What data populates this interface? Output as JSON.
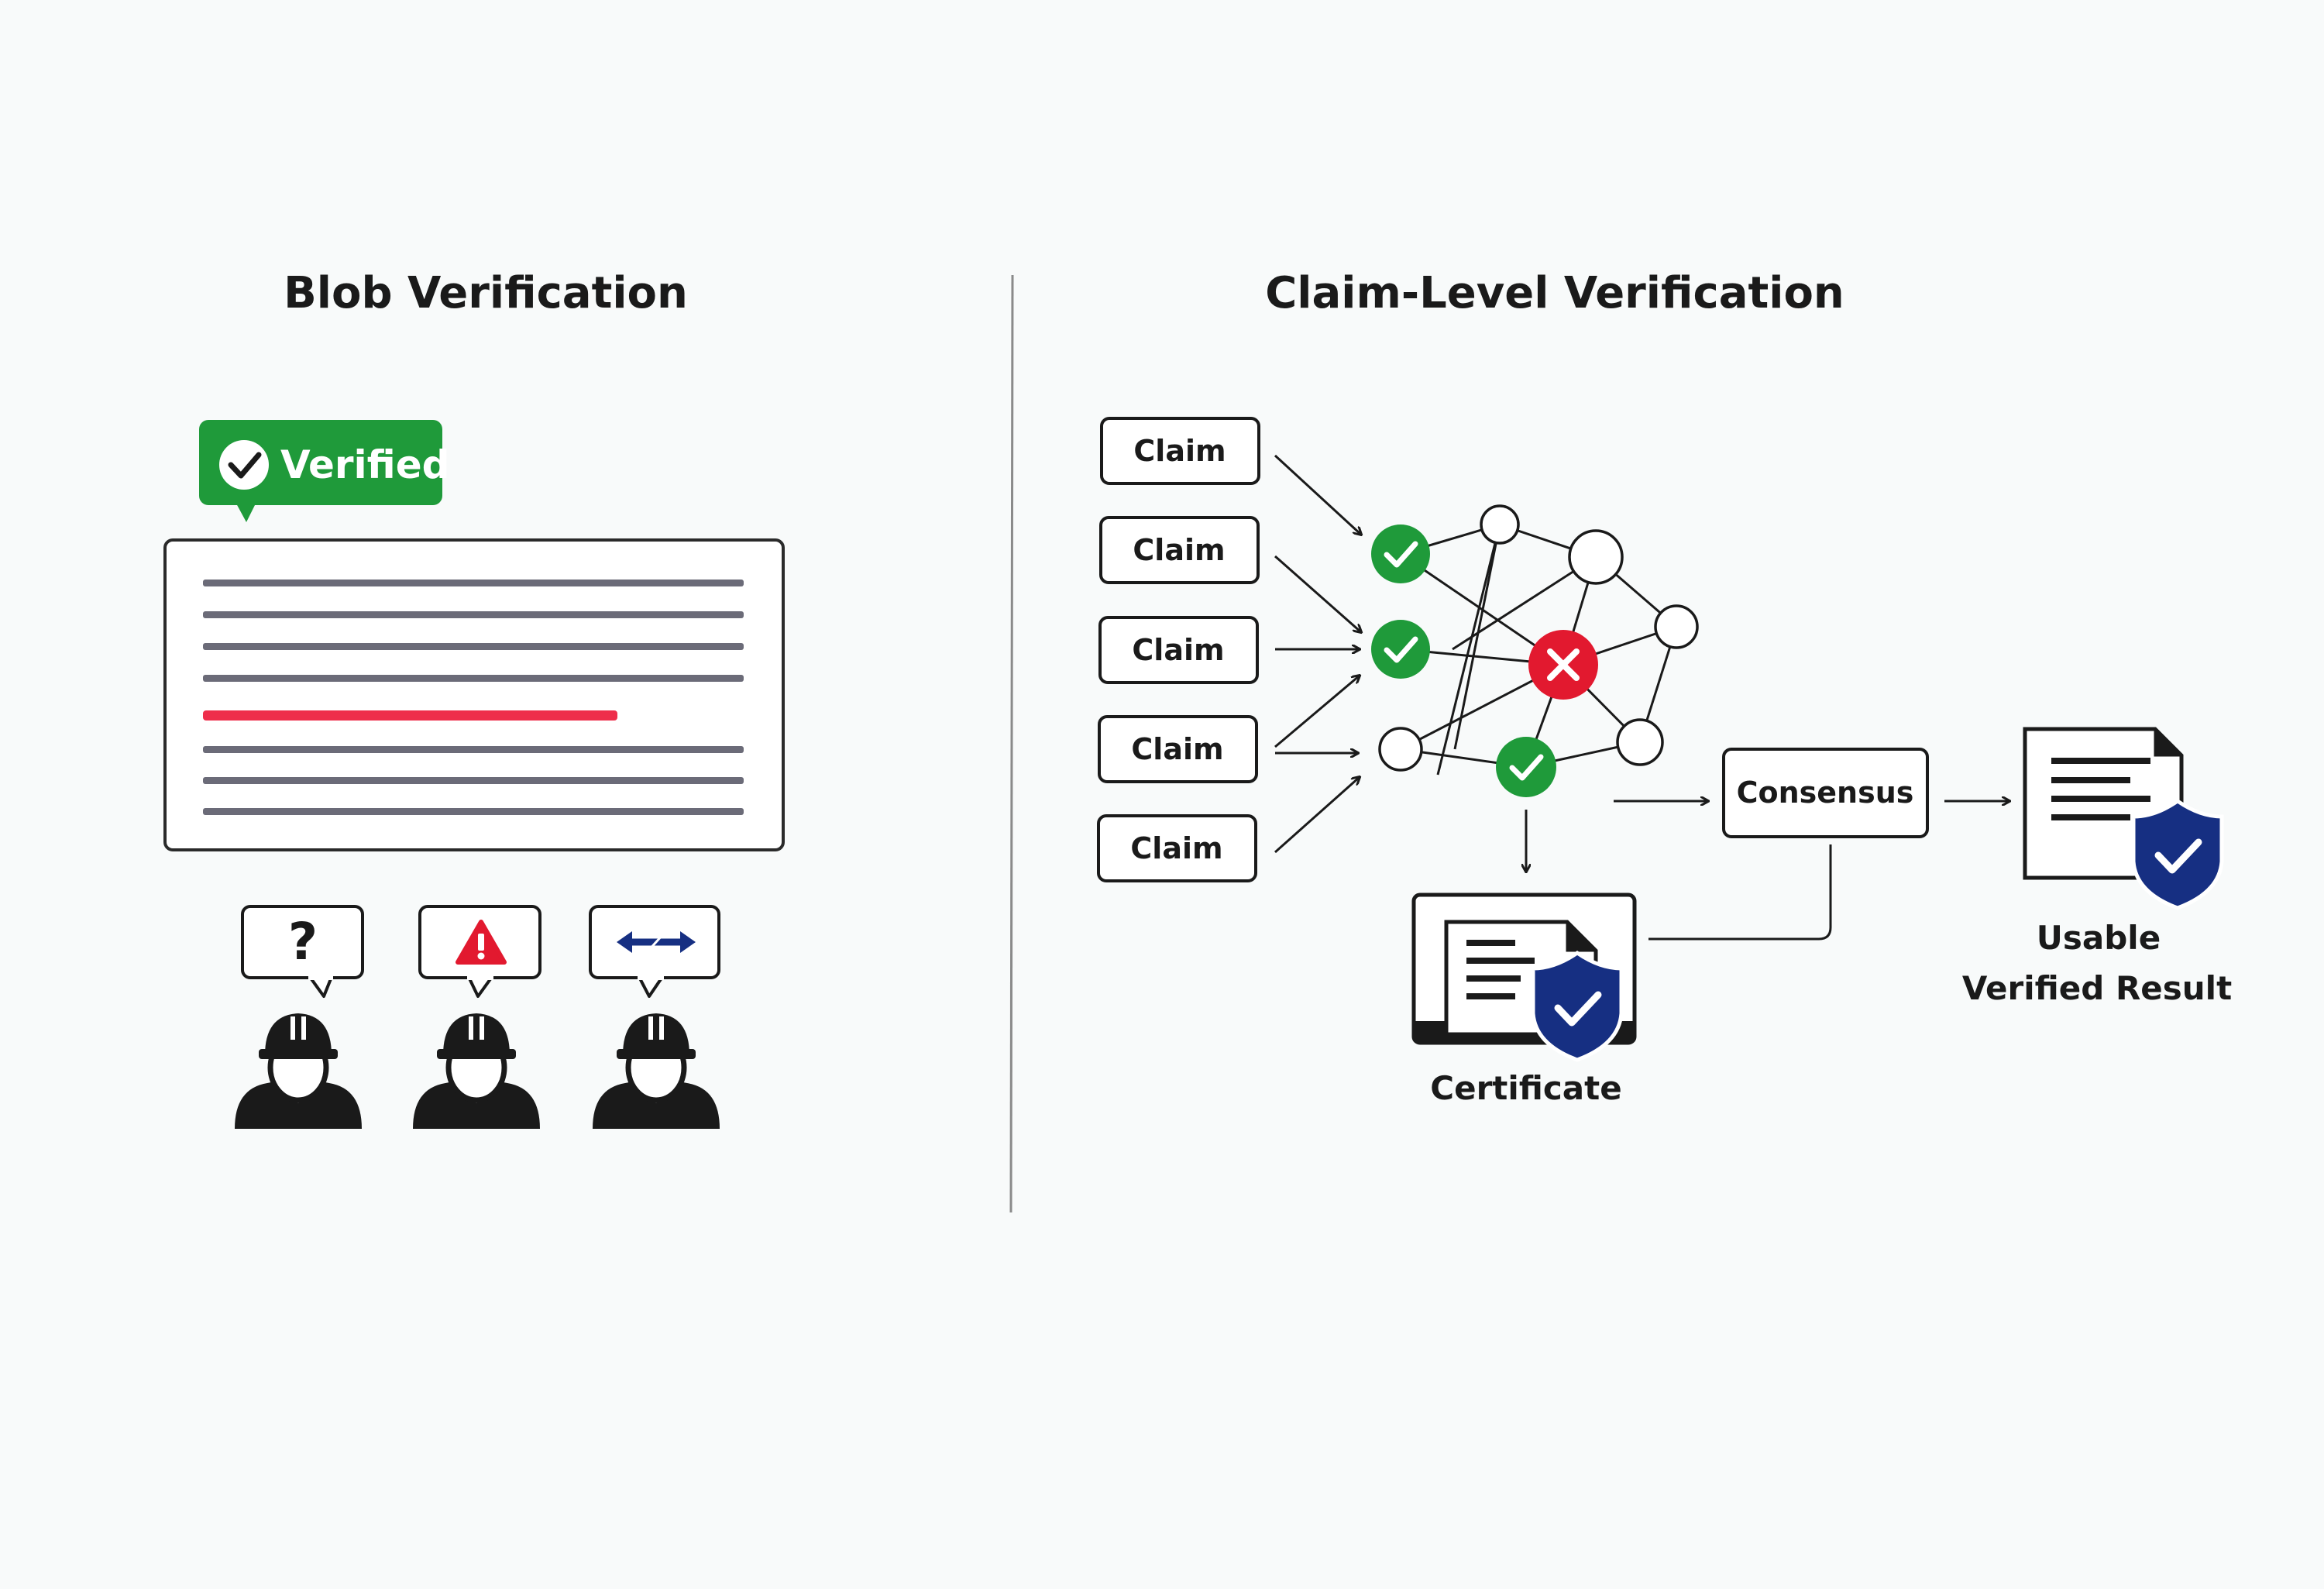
{
  "left_panel": {
    "title": "Blob Verification",
    "badge_label": "Verified",
    "reviewer_icons": [
      "question-mark-icon",
      "warning-icon",
      "double-arrow-icon"
    ]
  },
  "right_panel": {
    "title": "Claim-Level Verification",
    "claims": [
      "Claim",
      "Claim",
      "Claim",
      "Claim",
      "Claim"
    ],
    "consensus_label": "Consensus",
    "certificate_label": "Certificate",
    "result_label_line1": "Usable",
    "result_label_line2": "Verified Result"
  },
  "colors": {
    "verified_green": "#1f9a3a",
    "reject_red": "#e2192f",
    "shield_blue": "#162f82",
    "ink": "#1a1a1a",
    "text_line_gray": "#6b6b78",
    "highlight_line_red": "#ee2e4b"
  }
}
